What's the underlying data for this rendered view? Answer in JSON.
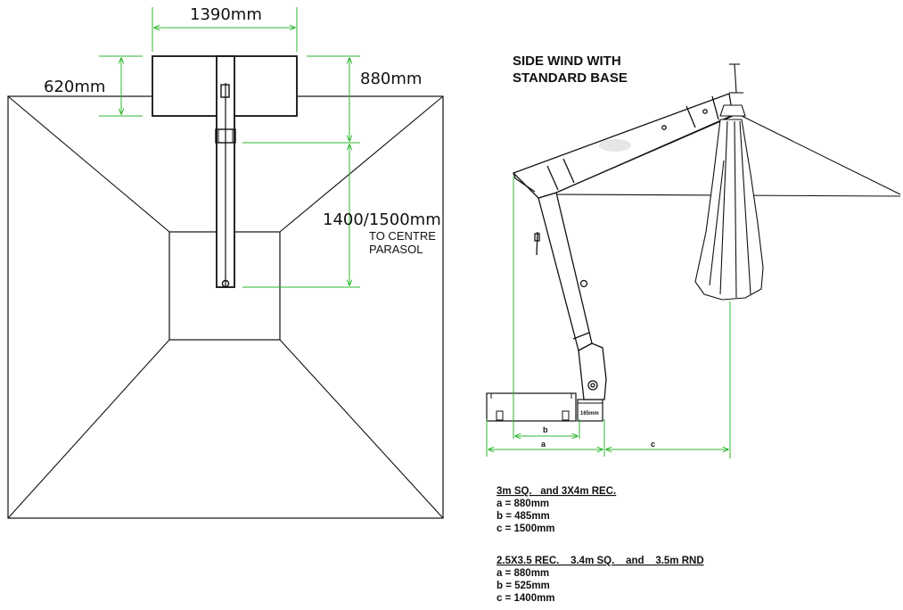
{
  "top_view": {
    "width_label": "1390mm",
    "depth_label": "620mm",
    "arm_label": "880mm",
    "reach_label": "1400/1500mm",
    "reach_note_line1": "TO CENTRE",
    "reach_note_line2": "PARASOL"
  },
  "side_view": {
    "title_line1": "SIDE WIND WITH",
    "title_line2": "STANDARD BASE",
    "label_a": "a",
    "label_b": "b",
    "label_c": "c",
    "label_165": "165mm"
  },
  "specs": [
    {
      "heading": "3m SQ.   and 3X4m REC.",
      "lines": [
        "a = 880mm",
        "b = 485mm",
        "c = 1500mm"
      ]
    },
    {
      "heading": "2.5X3.5 REC.    3.4m SQ.    and    3.5m RND",
      "lines": [
        "a = 880mm",
        "b = 525mm",
        "c = 1400mm"
      ]
    }
  ]
}
